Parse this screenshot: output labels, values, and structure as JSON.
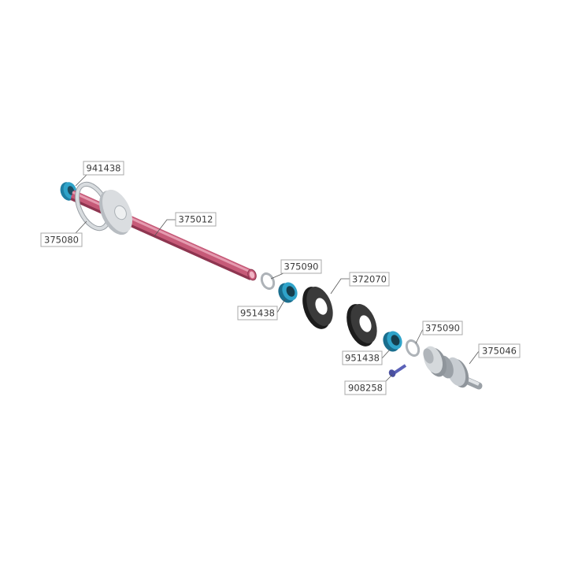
{
  "diagram": {
    "labels": {
      "bearing_left": "941438",
      "washer_left": "375080",
      "shaft": "375012",
      "shim_upper": "375090",
      "bearing_mid": "951438",
      "housing": "372070",
      "bearing_right": "951438",
      "shim_lower": "375090",
      "drive_gear": "375046",
      "screw": "908258"
    },
    "colors": {
      "shaft": "#c65a78",
      "bearing": "#2fa3c9",
      "housing": "#2c2c2c",
      "metal": "#c8cdd2",
      "screw": "#5b62b8"
    }
  }
}
